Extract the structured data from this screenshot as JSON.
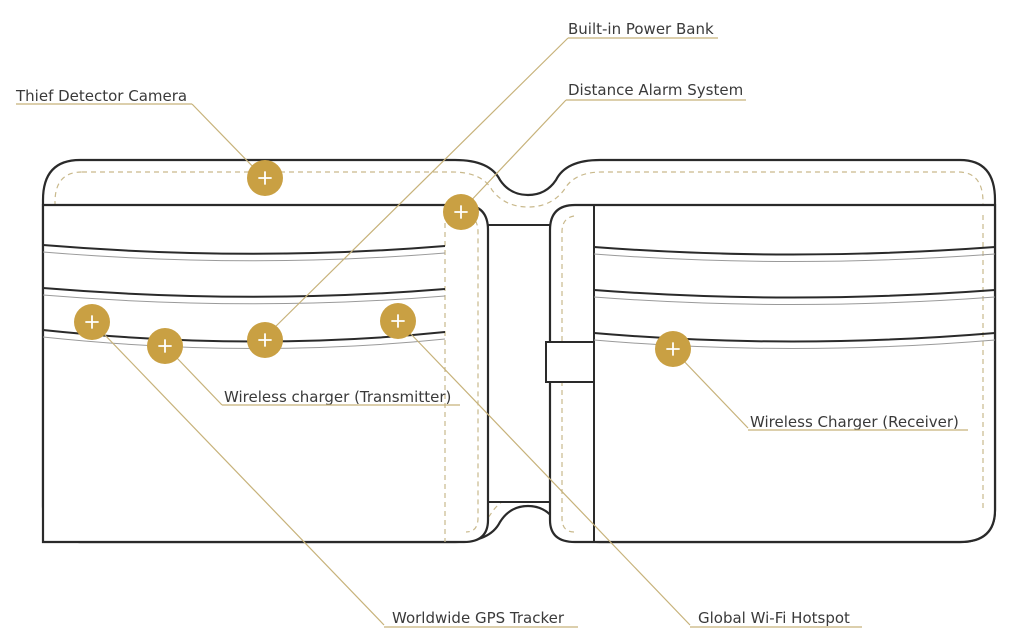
{
  "labels": {
    "thief_camera": "Thief Detector Camera",
    "power_bank": "Built-in Power Bank",
    "distance_alarm": "Distance Alarm System",
    "wireless_transmitter": "Wireless charger (Transmitter)",
    "wireless_receiver": "Wireless Charger (Receiver)",
    "gps_tracker": "Worldwide GPS Tracker",
    "wifi_hotspot": "Global Wi-Fi Hotspot"
  },
  "colors": {
    "hotspot": "#c9a043",
    "leader": "#c7b27a",
    "stitch": "#c9b98c",
    "outline": "#2a2a2a"
  },
  "icons": {
    "hotspot": "plus-icon"
  }
}
